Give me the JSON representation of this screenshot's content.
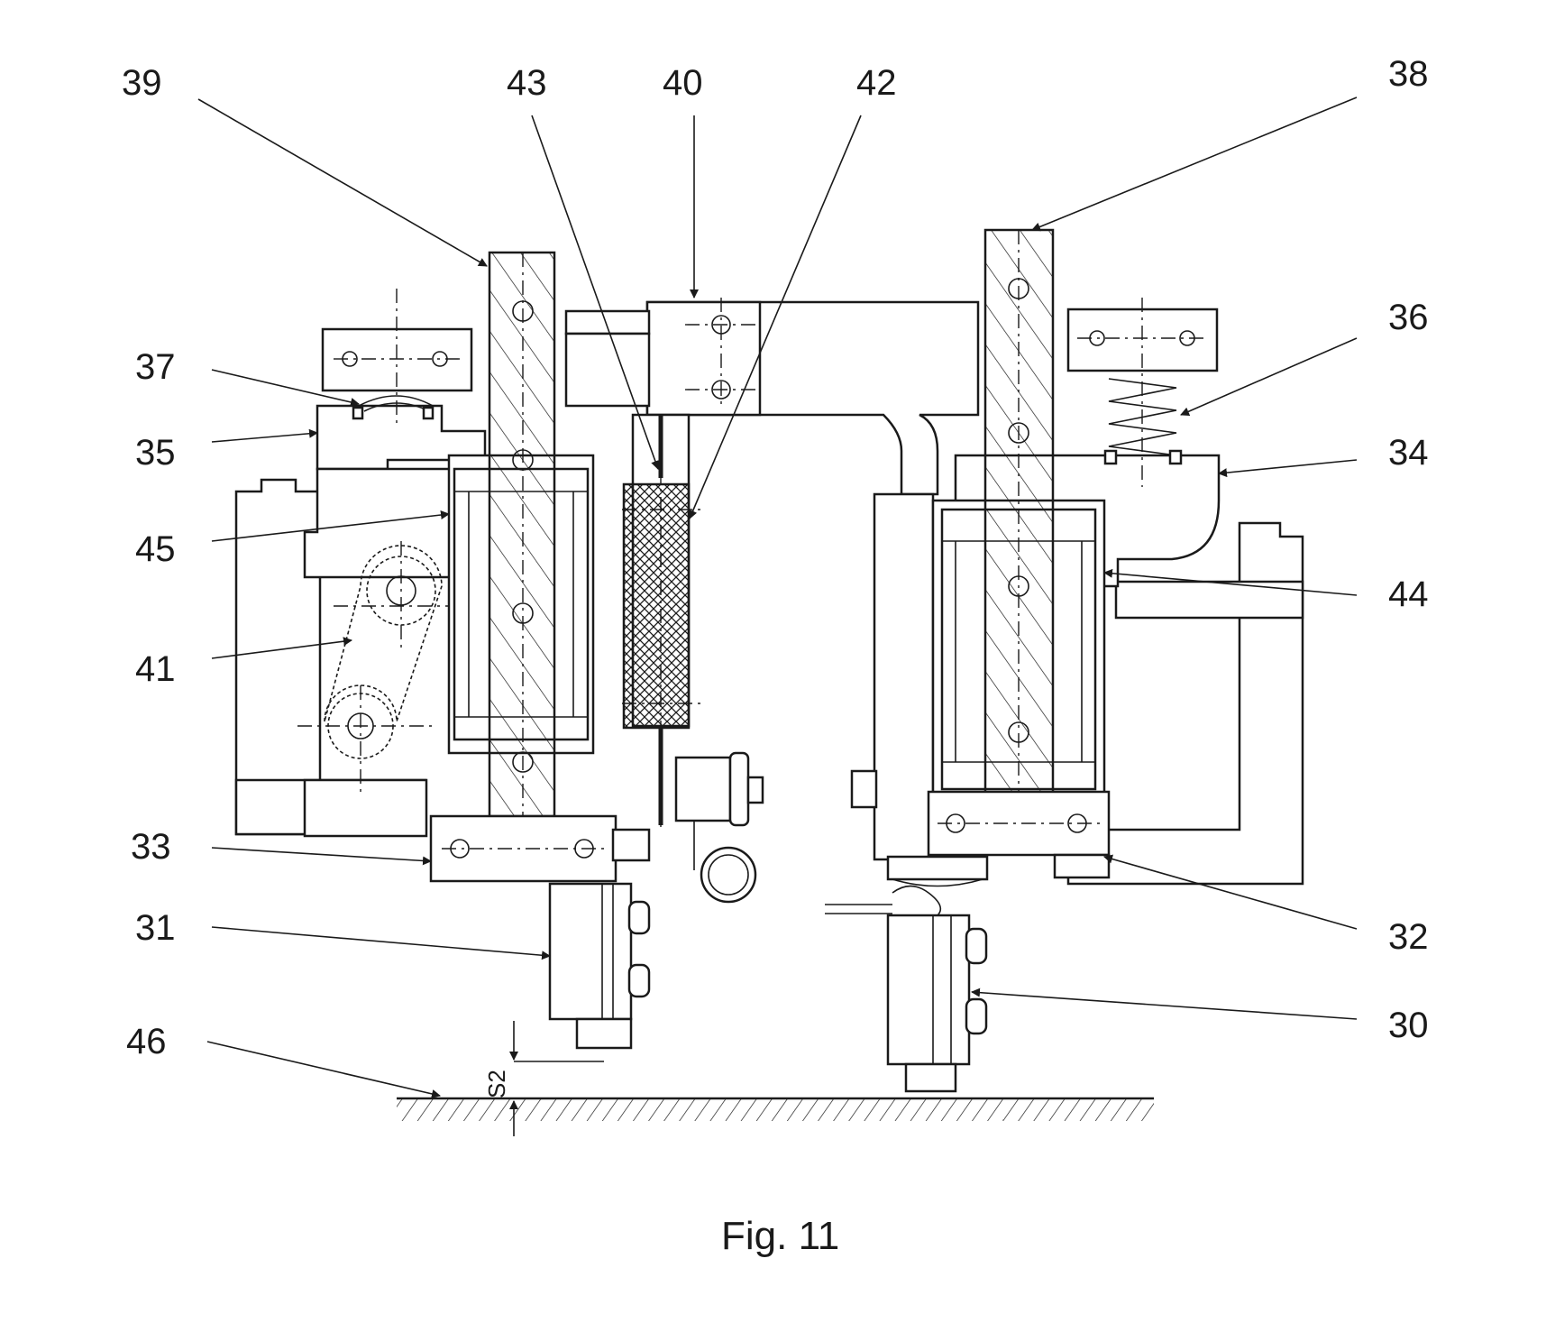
{
  "figure": {
    "caption": "Fig. 11",
    "dimension_label": "S2",
    "reference_numerals": {
      "r30": "30",
      "r31": "31",
      "r32": "32",
      "r33": "33",
      "r34": "34",
      "r35": "35",
      "r36": "36",
      "r37": "37",
      "r38": "38",
      "r39": "39",
      "r40": "40",
      "r41": "41",
      "r42": "42",
      "r43": "43",
      "r44": "44",
      "r45": "45",
      "r46": "46"
    },
    "ink_color": "#1a1a1a",
    "background_color": "#ffffff"
  }
}
